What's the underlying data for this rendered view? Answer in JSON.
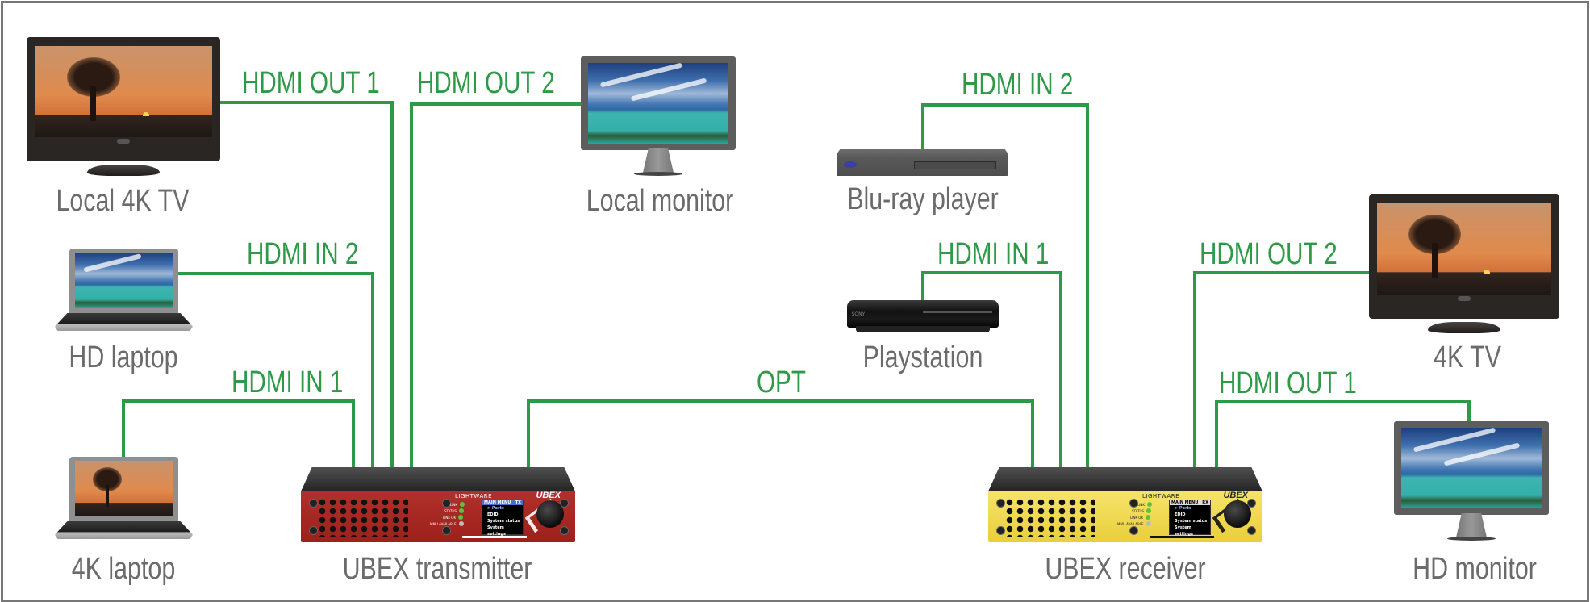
{
  "diagram": {
    "title": "UBEX transmitter and receiver connection diagram",
    "colors": {
      "cable": "#2e9a48",
      "label": "#6b6b6b",
      "frame": "#777777",
      "transmitter": "#a52520",
      "receiver": "#f1d849"
    },
    "devices": {
      "local_4k_tv": {
        "label": "Local 4K TV"
      },
      "local_monitor": {
        "label": "Local monitor"
      },
      "hd_laptop": {
        "label": "HD laptop"
      },
      "k4_laptop": {
        "label": "4K laptop"
      },
      "transmitter": {
        "label": "UBEX transmitter",
        "brand": "LIGHTWARE",
        "logo": "UBEX",
        "screen_header": "MAIN MENU",
        "screen_mode": "TX"
      },
      "bluray": {
        "label": "Blu-ray player"
      },
      "playstation": {
        "label": "Playstation",
        "brand": "SONY"
      },
      "receiver": {
        "label": "UBEX receiver",
        "brand": "LIGHTWARE",
        "logo": "UBEX",
        "screen_header": "MAIN MENU",
        "screen_mode": "RX"
      },
      "tv_4k": {
        "label": "4K TV"
      },
      "hd_monitor": {
        "label": "HD monitor"
      }
    },
    "panel": {
      "leds": [
        "LINK",
        "STATUS",
        "LINK OK",
        "MMU AVAILABLE"
      ],
      "menu": [
        "> Ports",
        "EDID",
        "System status",
        "System settings"
      ]
    },
    "connections": [
      {
        "label": "HDMI OUT 1",
        "from": "transmitter",
        "to": "Local 4K TV"
      },
      {
        "label": "HDMI OUT 2",
        "from": "transmitter",
        "to": "Local monitor"
      },
      {
        "label": "HDMI IN 2",
        "from": "HD laptop",
        "to": "transmitter"
      },
      {
        "label": "HDMI IN 1",
        "from": "4K laptop",
        "to": "transmitter"
      },
      {
        "label": "OPT",
        "from": "transmitter",
        "to": "receiver"
      },
      {
        "label": "HDMI IN 2",
        "from": "Blu-ray player",
        "to": "receiver"
      },
      {
        "label": "HDMI IN 1",
        "from": "Playstation",
        "to": "receiver"
      },
      {
        "label": "HDMI OUT 2",
        "from": "receiver",
        "to": "4K TV"
      },
      {
        "label": "HDMI OUT 1",
        "from": "receiver",
        "to": "HD monitor"
      }
    ]
  }
}
